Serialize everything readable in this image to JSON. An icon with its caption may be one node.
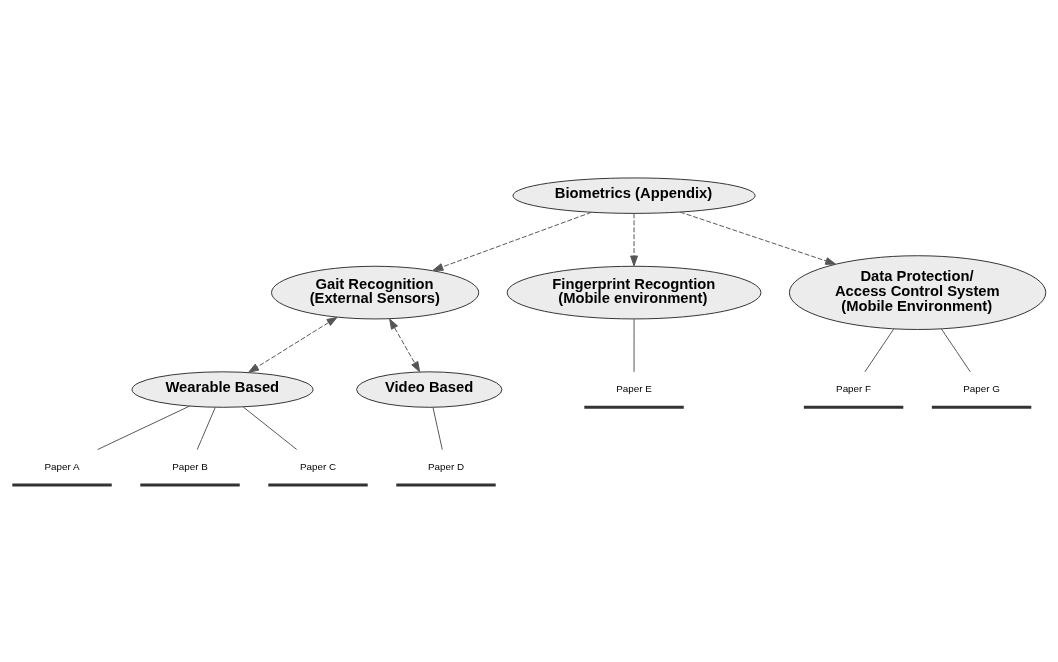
{
  "diagram": {
    "nodes": [
      {
        "text": [
          "Biometrics (Appendix)"
        ]
      },
      {
        "text": [
          "Gait Recognition (External Sensors)"
        ]
      },
      {
        "text": [
          "Fingerprint Recogntion (Mobile environment)"
        ]
      },
      {
        "text": [
          "Data Protection/ Access Control System (Mobile Environment)"
        ]
      },
      {
        "text": [
          "Wearable Based"
        ]
      },
      {
        "text": [
          "Video Based"
        ]
      },
      {
        "text": [
          "Paper A"
        ]
      },
      {
        "text": [
          "Paper B"
        ]
      },
      {
        "text": [
          "Paper C"
        ]
      },
      {
        "text": [
          "Paper D"
        ]
      },
      {
        "text": [
          "Paper E"
        ]
      },
      {
        "text": [
          "Paper F"
        ]
      },
      {
        "text": [
          "Paper G"
        ]
      }
    ],
    "edges": [
      {
        "from": 0,
        "to": 1,
        "arrow": "to",
        "style": "dashed"
      },
      {
        "from": 0,
        "to": 2,
        "arrow": "to",
        "style": "dashed"
      },
      {
        "from": 0,
        "to": 3,
        "arrow": "to",
        "style": "dashed"
      },
      {
        "from": 1,
        "to": 4,
        "arrow": "both",
        "style": "dashed"
      },
      {
        "from": 1,
        "to": 5,
        "arrow": "both",
        "style": "dashed"
      },
      {
        "from": 4,
        "to": 6,
        "arrow": "none"
      },
      {
        "from": 4,
        "to": 7,
        "arrow": "none"
      },
      {
        "from": 4,
        "to": 8,
        "arrow": "none"
      },
      {
        "from": 5,
        "to": 9,
        "arrow": "none"
      },
      {
        "from": 2,
        "to": 10,
        "arrow": "none"
      },
      {
        "from": 3,
        "to": 11,
        "arrow": "none"
      },
      {
        "from": 3,
        "to": 12,
        "arrow": "none"
      }
    ]
  }
}
